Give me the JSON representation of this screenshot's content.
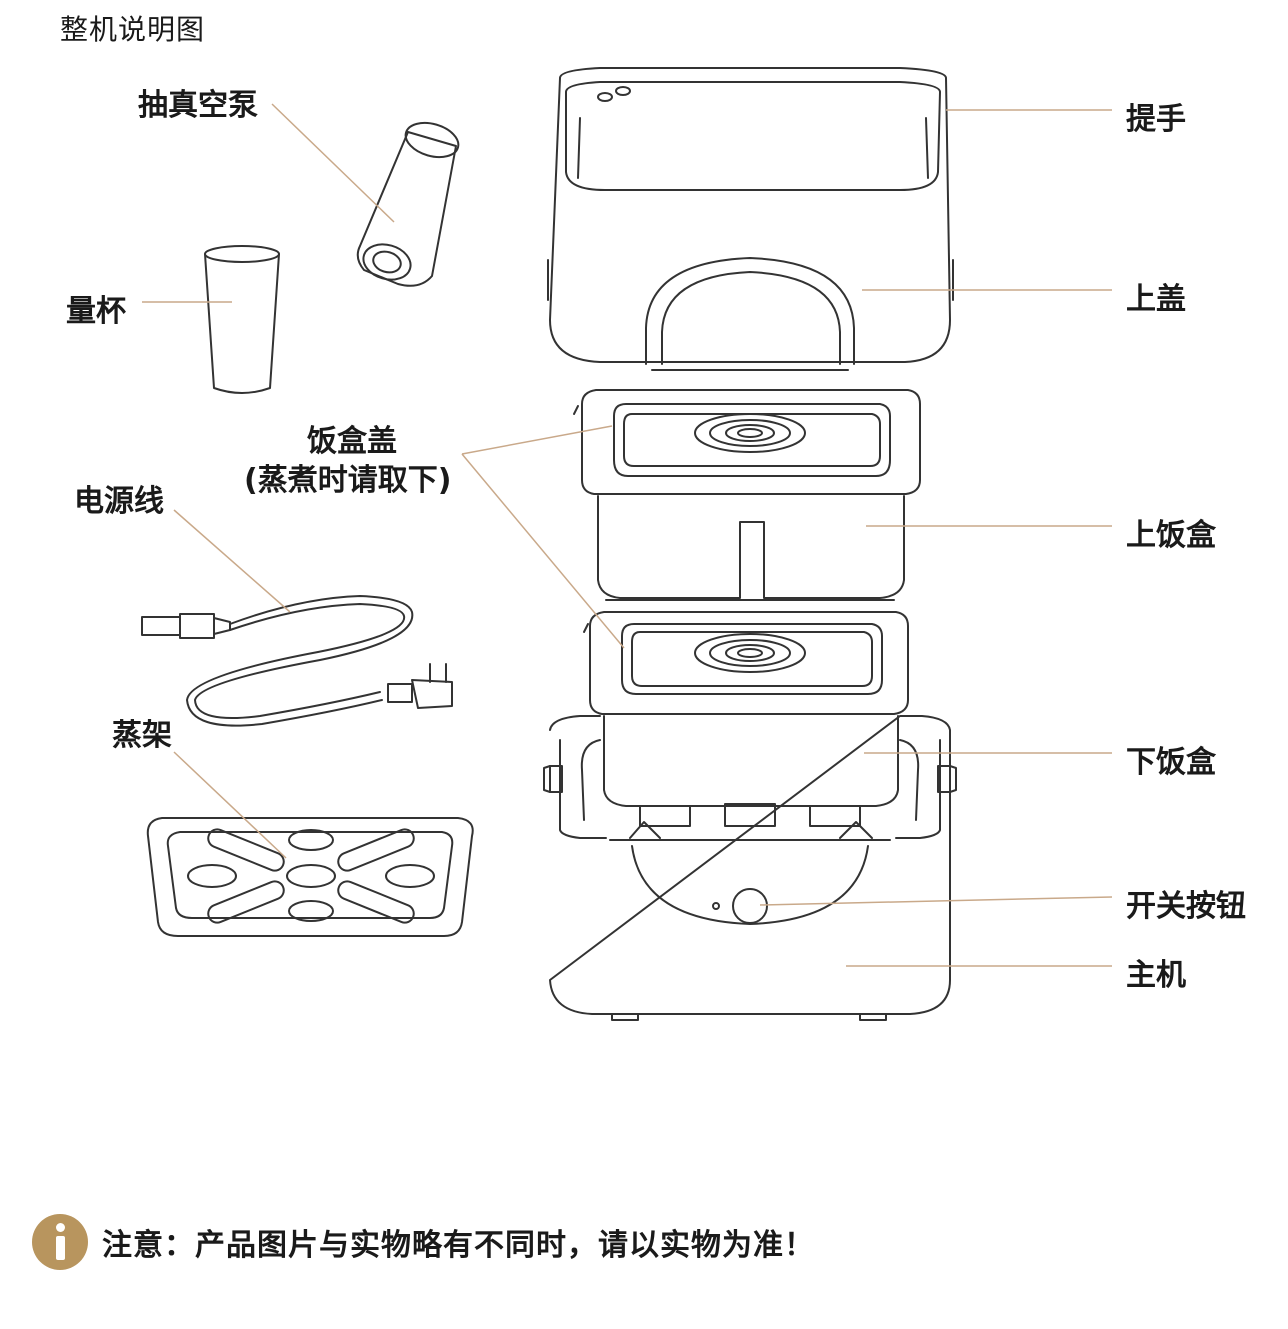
{
  "title": "整机说明图",
  "labels": {
    "vacuum_pump": "抽真空泵",
    "measuring_cup": "量杯",
    "box_lid": "饭盒盖",
    "box_lid_note": "(蒸煮时请取下)",
    "power_cord": "电源线",
    "steam_rack": "蒸架",
    "handle": "提手",
    "top_cover": "上盖",
    "upper_box": "上饭盒",
    "lower_box": "下饭盒",
    "power_button": "开关按钮",
    "main_unit": "主机"
  },
  "notice": {
    "icon": "info-icon",
    "text": "注意：产品图片与实物略有不同时，请以实物为准！"
  },
  "colors": {
    "leader_line": "#c9a98a",
    "outline": "#333333",
    "accent": "#b8955e"
  }
}
